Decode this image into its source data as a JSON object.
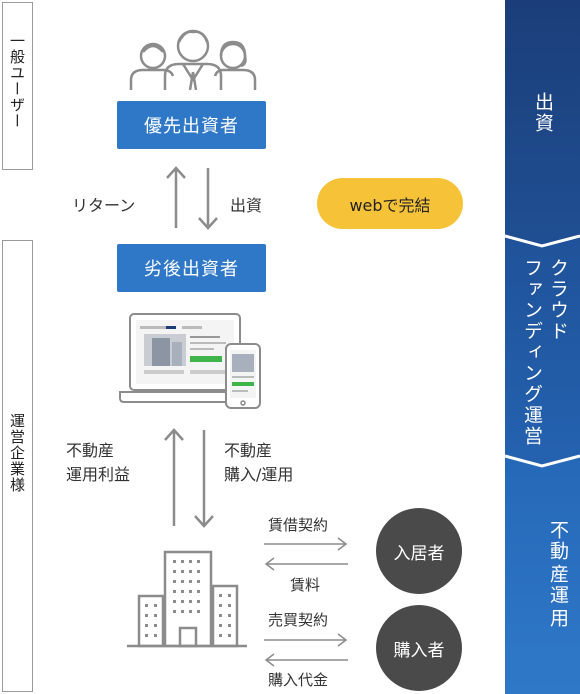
{
  "side_labels": {
    "general_users": "一般ユーザー",
    "operator": "運営企業様"
  },
  "boxes": {
    "priority_investor": "優先出資者",
    "subordinate_investor": "劣後出資者"
  },
  "flows": {
    "return_label": "リターン",
    "investment_label": "出資",
    "web_badge": "webで完結",
    "re_income_line1": "不動産",
    "re_income_line2": "運用利益",
    "re_purchase_line1": "不動産",
    "re_purchase_line2": "購入/運用",
    "lease_contract": "賃借契約",
    "rent": "賃料",
    "sale_contract": "売買契約",
    "purchase_price": "購入代金"
  },
  "circles": {
    "tenant": "入居者",
    "buyer": "購入者"
  },
  "band": {
    "section1": "出資",
    "section2_line1": "クラウド",
    "section2_line2": "ファンディング運営",
    "section3_line1": "不動",
    "section3_line2": "産運",
    "section3_line3": "用"
  },
  "colors": {
    "band_dark": "#1b3e79",
    "band_mid": "#1f5aa5",
    "band_light": "#2f78c8",
    "box_blue": "#2f78c8",
    "pill_yellow": "#f6c338",
    "circle_gray": "#4a4a4a",
    "icon_gray": "#8c8c8c"
  }
}
